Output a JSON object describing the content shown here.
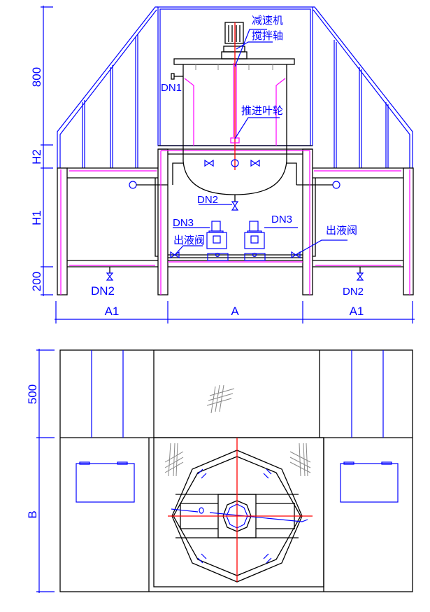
{
  "elevation": {
    "labels": {
      "reducer": "减速机",
      "shaft": "搅拌轴",
      "impeller": "推进叶轮",
      "dn1": "DN1",
      "dn2_center": "DN2",
      "dn3_left": "DN3",
      "dn3_right": "DN3",
      "outlet_left": "出液阀",
      "outlet_right": "出液阀",
      "dn2_left": "DN2",
      "dn2_right": "DN2"
    },
    "dims_vertical": [
      "800",
      "H2",
      "H1",
      "200"
    ],
    "dims_horizontal": [
      "A1",
      "A",
      "A1"
    ]
  },
  "plan": {
    "dims_vertical": [
      "500",
      "B"
    ]
  },
  "colors": {
    "outline": "#000000",
    "annotation": "#0000ff",
    "liner": "#ff00ff",
    "centerline": "#ff0000"
  }
}
